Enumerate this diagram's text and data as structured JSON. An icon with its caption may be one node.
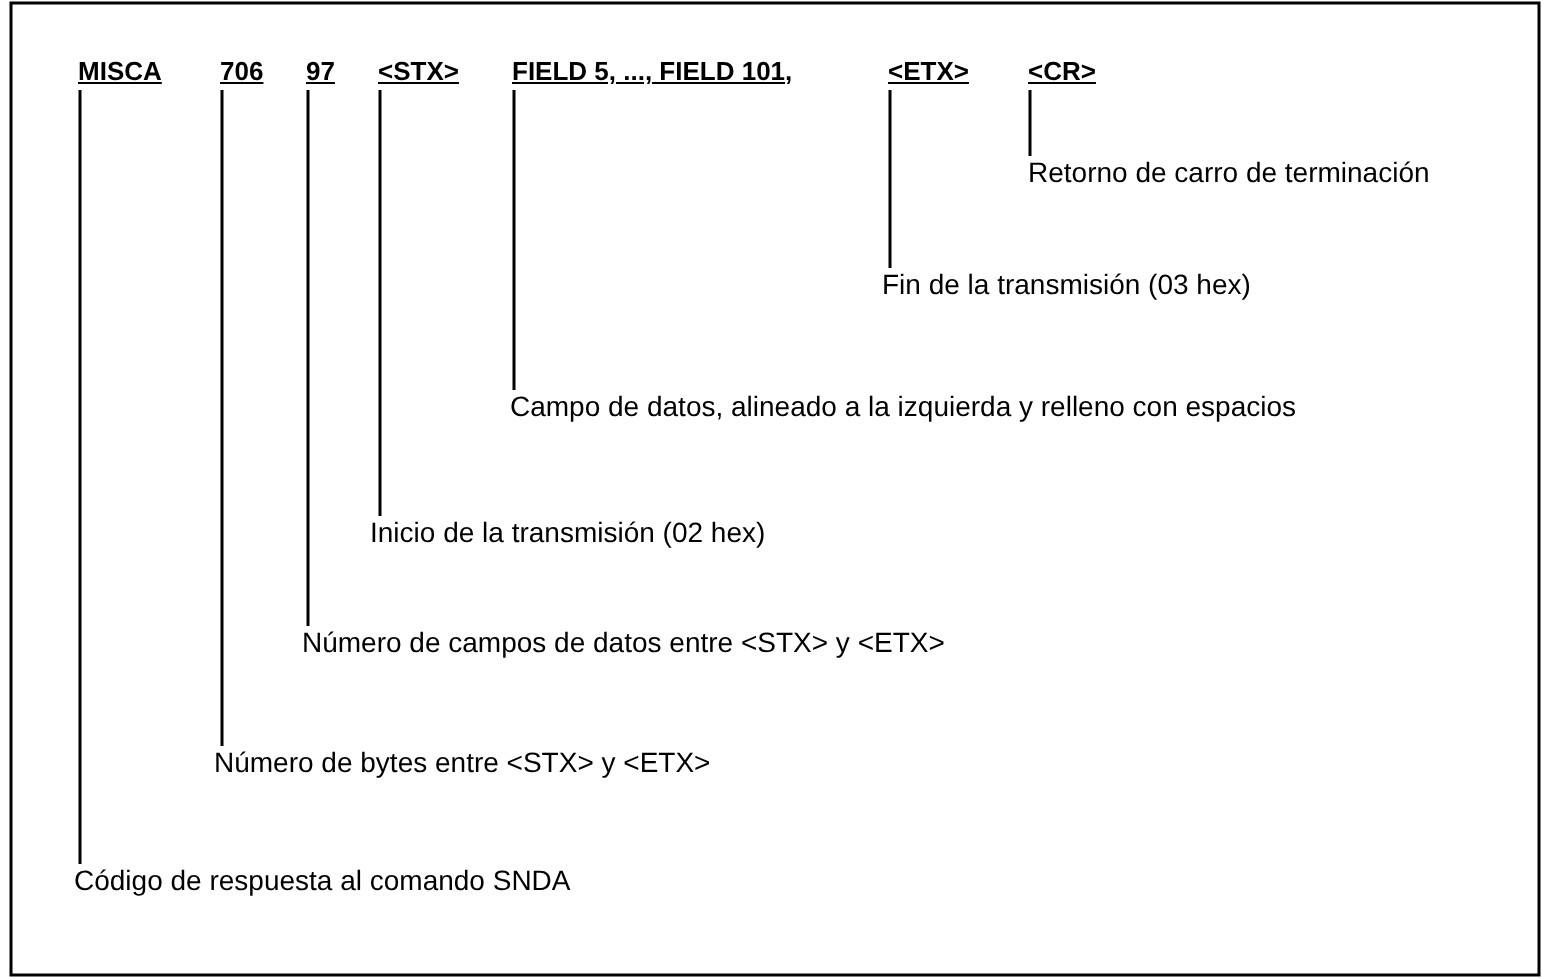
{
  "diagram": {
    "nodes": [
      {
        "text": [
          "MISCA"
        ]
      },
      {
        "text": [
          "706"
        ]
      },
      {
        "text": [
          "97"
        ]
      },
      {
        "text": [
          "<STX>"
        ]
      },
      {
        "text": [
          "FIELD 5, ..., FIELD 101,"
        ]
      },
      {
        "text": [
          "<ETX>"
        ]
      },
      {
        "text": [
          "<CR>"
        ]
      },
      {
        "text": [
          "Retorno de carro de terminación"
        ]
      },
      {
        "text": [
          "Fin de la transmisión (03 hex)"
        ]
      },
      {
        "text": [
          "Campo de datos, alineado a la izquierda y relleno con espacios"
        ]
      },
      {
        "text": [
          "Inicio de la transmisión (02 hex)"
        ]
      },
      {
        "text": [
          "Número de campos de datos entre <STX> y <ETX>"
        ]
      },
      {
        "text": [
          "Número de bytes entre <STX> y <ETX>"
        ]
      },
      {
        "text": [
          "Código de respuesta al comando SNDA"
        ]
      }
    ],
    "edges": [
      {
        "from": 6,
        "to": 7,
        "arrow": "none"
      },
      {
        "from": 5,
        "to": 8,
        "arrow": "none"
      },
      {
        "from": 4,
        "to": 9,
        "arrow": "none"
      },
      {
        "from": 3,
        "to": 10,
        "arrow": "none"
      },
      {
        "from": 2,
        "to": 11,
        "arrow": "none"
      },
      {
        "from": 1,
        "to": 12,
        "arrow": "none"
      },
      {
        "from": 0,
        "to": 13,
        "arrow": "none"
      }
    ]
  }
}
